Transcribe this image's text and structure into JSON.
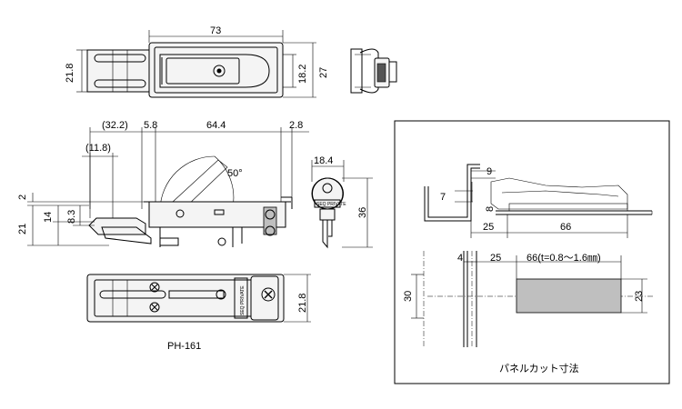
{
  "top_view": {
    "dim_length": "73",
    "dim_left_height": "21.8",
    "dim_inner_height": "18.2",
    "dim_outer_height": "27"
  },
  "side_view": {
    "dim_overhang": "(32.2)",
    "dim_offset": "5.8",
    "dim_body_length": "64.4",
    "dim_flange": "2.8",
    "dim_handle_reach": "(11.8)",
    "dim_angle": "50°",
    "dim_top_gap": "2",
    "dim_total_height": "21",
    "dim_mid_height": "14",
    "dim_low_height": "8.3"
  },
  "key_view": {
    "dim_width": "18.4",
    "dim_height": "36",
    "key_text": "SEQ PRIVATE"
  },
  "bottom_view": {
    "dim_height": "21.8",
    "part_number": "PH-161",
    "stamp_text": "SEQ PRIVATE"
  },
  "panel_cut": {
    "dim_thickness_top": "9",
    "dim_step": "7",
    "dim_gap": "8",
    "dim_lip": "25",
    "dim_depth": "66",
    "dim_slot_width": "4",
    "dim_slot_depth": "25",
    "dim_cut_length": "66(t=0.8～1.6㎜)",
    "dim_cut_height_left": "30",
    "dim_cut_height_right": "23",
    "caption": "パネルカット寸法"
  }
}
